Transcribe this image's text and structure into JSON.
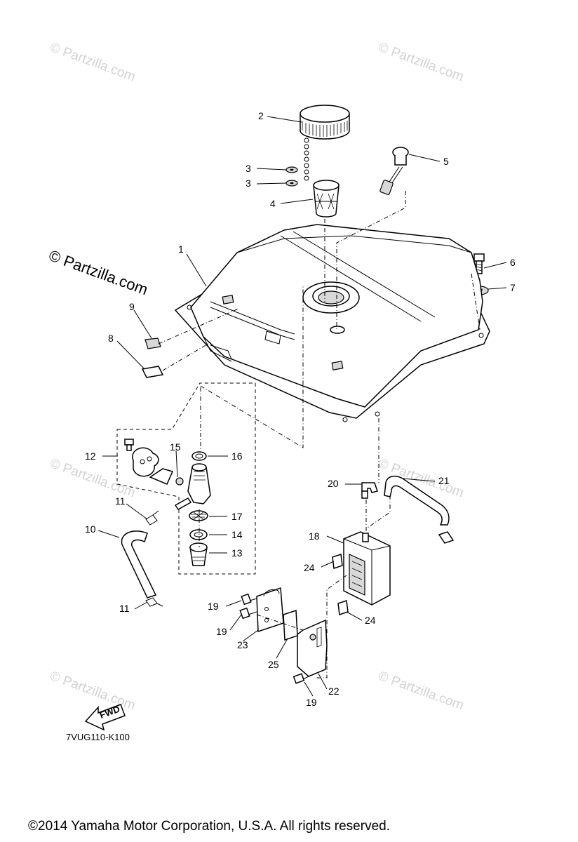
{
  "watermarks": {
    "small": "© Partzilla.com",
    "large": "© Partzilla.com"
  },
  "callouts": {
    "c1": "1",
    "c2": "2",
    "c3a": "3",
    "c3b": "3",
    "c4": "4",
    "c5": "5",
    "c6": "6",
    "c7": "7",
    "c8": "8",
    "c9": "9",
    "c10": "10",
    "c11a": "11",
    "c11b": "11",
    "c12": "12",
    "c13": "13",
    "c14": "14",
    "c15": "15",
    "c16": "16",
    "c17": "17",
    "c18": "18",
    "c19a": "19",
    "c19b": "19",
    "c19c": "19",
    "c20": "20",
    "c21": "21",
    "c22": "22",
    "c23": "23",
    "c24a": "24",
    "c24b": "24",
    "c25": "25"
  },
  "fwd_label": "FWD",
  "diagram_code": "7VUG110-K100",
  "copyright": "©2014  Yamaha Motor Corporation, U.S.A. All rights reserved."
}
